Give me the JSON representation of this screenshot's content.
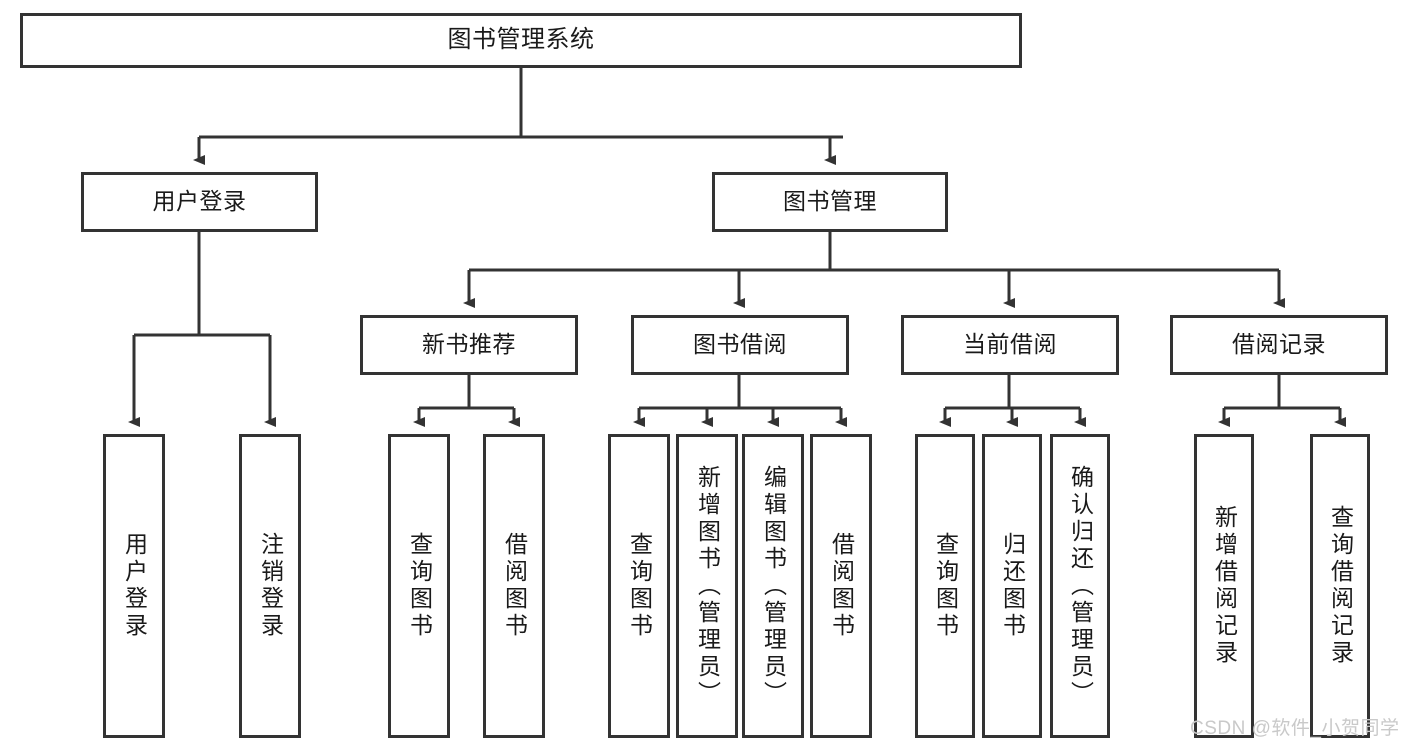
{
  "diagram": {
    "title": "图书管理系统",
    "style": {
      "box_border_color": "#333333",
      "box_fill_color": "#ffffff",
      "line_color": "#333333",
      "background_color": "#ffffff",
      "watermark_color": "#c9c9c9"
    },
    "levels": {
      "root": {
        "label": "图书管理系统"
      },
      "level1": [
        {
          "label": "用户登录"
        },
        {
          "label": "图书管理"
        }
      ],
      "level2": [
        {
          "label": "新书推荐"
        },
        {
          "label": "图书借阅"
        },
        {
          "label": "当前借阅"
        },
        {
          "label": "借阅记录"
        }
      ],
      "leaves": {
        "user_login": [
          {
            "label": "用户登录"
          },
          {
            "label": "注销登录"
          }
        ],
        "new_book_recommend": [
          {
            "label": "查询图书"
          },
          {
            "label": "借阅图书"
          }
        ],
        "book_borrow": [
          {
            "label": "查询图书"
          },
          {
            "label": "新增图书（管理员）"
          },
          {
            "label": "编辑图书（管理员）"
          },
          {
            "label": "借阅图书"
          }
        ],
        "current_borrow": [
          {
            "label": "查询图书"
          },
          {
            "label": "归还图书"
          },
          {
            "label": "确认归还（管理员）"
          }
        ],
        "borrow_record": [
          {
            "label": "新增借阅记录"
          },
          {
            "label": "查询借阅记录"
          }
        ]
      }
    }
  },
  "watermark": {
    "text": "CSDN @软件_小贺同学"
  }
}
